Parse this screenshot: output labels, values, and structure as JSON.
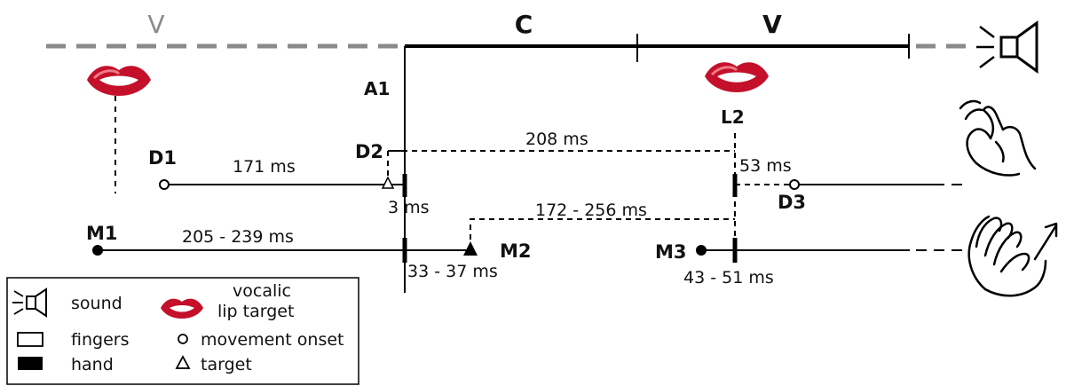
{
  "header": {
    "v_left": "V",
    "c": "C",
    "v_right": "V"
  },
  "points": {
    "a1": "A1",
    "l2": "L2",
    "d1": "D1",
    "d2": "D2",
    "d3": "D3",
    "m1": "M1",
    "m2": "M2",
    "m3": "M3"
  },
  "durations": {
    "d1_d2": "171 ms",
    "d2_l2": "208 ms",
    "d2_a1": "3 ms",
    "l2_d3": "53 ms",
    "m1_a1": "205 - 239 ms",
    "m2_l2": "172 - 256 ms",
    "a1_m2": "33 - 37 ms",
    "m3_l2": "43 - 51 ms"
  },
  "legend": {
    "sound": "sound",
    "vocalic_line1": "vocalic",
    "vocalic_line2": "lip target",
    "fingers": "fingers",
    "hand": "hand",
    "movement_onset": "movement onset",
    "target": "target"
  },
  "colors": {
    "sound_dashed": "#8a8a8a",
    "line": "#000000",
    "lip_red": "#c4102a",
    "lip_light": "#f07a86",
    "background": "#ffffff"
  },
  "icons": {
    "sound": "loudspeaker-icon",
    "lips": "lips-icon",
    "fingers": "finger-hand-icon",
    "hand": "whole-hand-icon"
  }
}
